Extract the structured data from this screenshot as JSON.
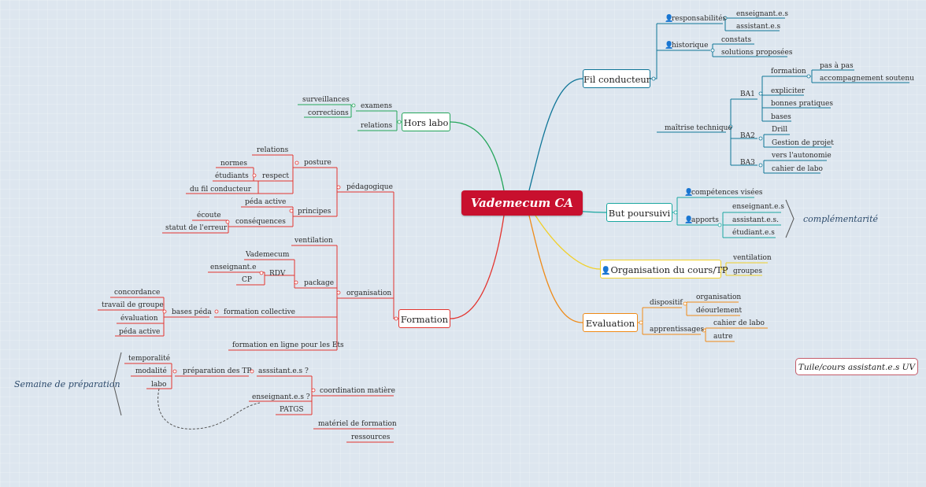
{
  "colors": {
    "central": "#c8102e",
    "fil": "#0e7597",
    "but": "#1aa7a0",
    "orga": "#f1d02a",
    "eval": "#ef8a17",
    "hors": "#23a55a",
    "formation": "#e3342f",
    "background": "#dde6ef"
  },
  "central": {
    "label": "Vademecum CA"
  },
  "fil": {
    "label": "Fil conducteur",
    "responsabilites": {
      "label": "responsabilités",
      "icon": "person-icon",
      "children": [
        "enseignant.e.s",
        "assistant.e.s"
      ]
    },
    "historique": {
      "label": "historique",
      "icon": "person-icon",
      "children": [
        "constats",
        "solutions proposées"
      ]
    },
    "maitrise": {
      "label": "maîtrise technique",
      "ba1": {
        "label": "BA1",
        "formation": {
          "label": "formation",
          "children": [
            "pas à pas",
            "accompagnement soutenu"
          ]
        },
        "children": [
          "expliciter",
          "bonnes pratiques",
          "bases"
        ]
      },
      "ba2": {
        "label": "BA2",
        "children": [
          "Drill",
          "Gestion de projet"
        ]
      },
      "ba3": {
        "label": "BA3",
        "children": [
          "vers l'autonomie",
          "cahier de labo"
        ]
      }
    }
  },
  "but": {
    "label": "But poursuivi",
    "competences": {
      "label": "compétences visées",
      "icon": "person-icon"
    },
    "apports": {
      "label": "apports",
      "icon": "person-icon",
      "children": [
        "enseignant.e.s",
        "assistant.e.s.",
        "étudiant.e.s"
      ]
    },
    "summary": "complémentarité"
  },
  "orga": {
    "label": "Organisation du cours/TP",
    "icon": "person-icon",
    "children": [
      "ventilation",
      "groupes"
    ]
  },
  "eval": {
    "label": "Evaluation",
    "dispositif": {
      "label": "dispositif",
      "children": [
        "organisation",
        "déourlement"
      ]
    },
    "apprentissages": {
      "label": "apprentissages",
      "children": [
        "cahier de labo",
        "autre"
      ]
    }
  },
  "hors": {
    "label": "Hors labo",
    "examens": {
      "label": "examens",
      "children": [
        "surveillances",
        "corrections"
      ]
    },
    "relations": "relations"
  },
  "formation": {
    "label": "Formation",
    "pedagogique": {
      "label": "pédagogique",
      "posture": {
        "label": "posture",
        "relations": "relations",
        "respect": {
          "label": "respect",
          "children": [
            "normes",
            "étudiants"
          ]
        },
        "fil": "du fil conducteur"
      },
      "principes": {
        "label": "principes",
        "peda_active": "péda active",
        "consequences": {
          "label": "conséquences",
          "children": [
            "écoute",
            "statut de l'erreur"
          ]
        }
      }
    },
    "organisation": {
      "label": "organisation",
      "ventilation": "ventilation",
      "package": {
        "label": "package",
        "vademecum": "Vademecum",
        "rdv": {
          "label": "RDV",
          "children": [
            "enseignant.e",
            "CP"
          ]
        }
      },
      "collective": {
        "label": "formation collective",
        "bases": {
          "label": "bases péda",
          "children": [
            "concordance",
            "travail de groupe",
            "évaluation",
            "péda active"
          ]
        }
      },
      "en_ligne": "formation en ligne pour les Ets"
    },
    "coordination": {
      "label": "coordination matière",
      "preparation": {
        "label": "préparation des TP",
        "assistants": "asssitant.e.s ?",
        "children": [
          "temporalité",
          "modalité",
          "labo"
        ]
      },
      "enseignants": "enseignant.e.s ?",
      "patgs": "PATGS"
    },
    "materiel": "matériel de formation",
    "ressources": "ressources",
    "summary": "Semaine de préparation"
  },
  "tuile": "Tuile/cours assistant.e.s UV"
}
